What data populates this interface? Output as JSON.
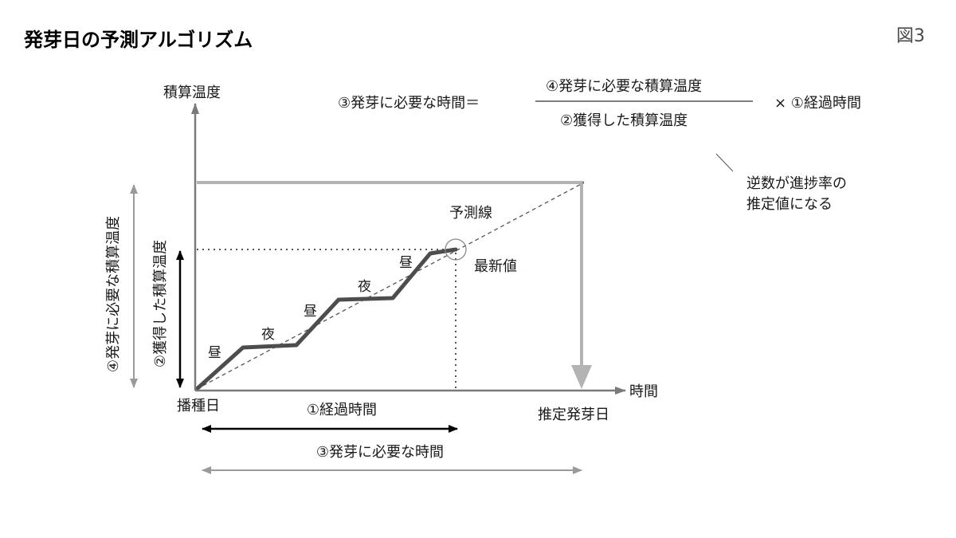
{
  "title": "発芽日の予測アルゴリズム",
  "figure_label": "図3",
  "axes": {
    "y_label": "積算温度",
    "x_label": "時間",
    "origin_label": "播種日",
    "end_label": "推定発芽日"
  },
  "formula": {
    "lhs": "③発芽に必要な時間＝",
    "numerator": "④発芽に必要な積算温度",
    "denominator": "②獲得した積算温度",
    "multiplier": "× ①経過時間"
  },
  "note": {
    "line1": "逆数が進捗率の",
    "line2": "推定値になる"
  },
  "curve_labels": {
    "day1": "昼",
    "night1": "夜",
    "day2": "昼",
    "night2": "夜",
    "day3": "昼"
  },
  "prediction_label": "予測線",
  "latest_label": "最新値",
  "measures": {
    "required_temp": "④発芽に必要な積算温度",
    "acquired_temp": "②獲得した積算温度",
    "elapsed_time": "①経過時間",
    "required_time": "③発芽に必要な時間"
  },
  "colors": {
    "text": "#1a1a1a",
    "axis": "#7a7a7a",
    "curve": "#4d4d4d",
    "target": "#b3b3b3",
    "black_arrow": "#000000",
    "gray_arrow": "#9a9a9a"
  }
}
